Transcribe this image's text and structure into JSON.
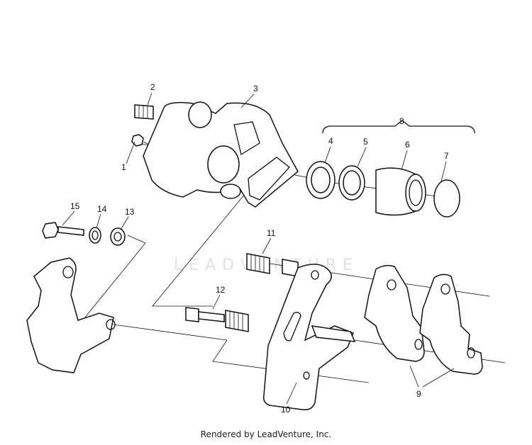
{
  "watermark": "LEADVENTURE",
  "footer": "Rendered by LeadVenture, Inc.",
  "callouts": [
    {
      "id": "1",
      "text": "1"
    },
    {
      "id": "2",
      "text": "2"
    },
    {
      "id": "3",
      "text": "3"
    },
    {
      "id": "4",
      "text": "4"
    },
    {
      "id": "5",
      "text": "5"
    },
    {
      "id": "6",
      "text": "6"
    },
    {
      "id": "7",
      "text": "7"
    },
    {
      "id": "8",
      "text": "8"
    },
    {
      "id": "9",
      "text": "9"
    },
    {
      "id": "10",
      "text": "10"
    },
    {
      "id": "11",
      "text": "11"
    },
    {
      "id": "12",
      "text": "12"
    },
    {
      "id": "13",
      "text": "13"
    },
    {
      "id": "14",
      "text": "14"
    },
    {
      "id": "15",
      "text": "15"
    }
  ]
}
